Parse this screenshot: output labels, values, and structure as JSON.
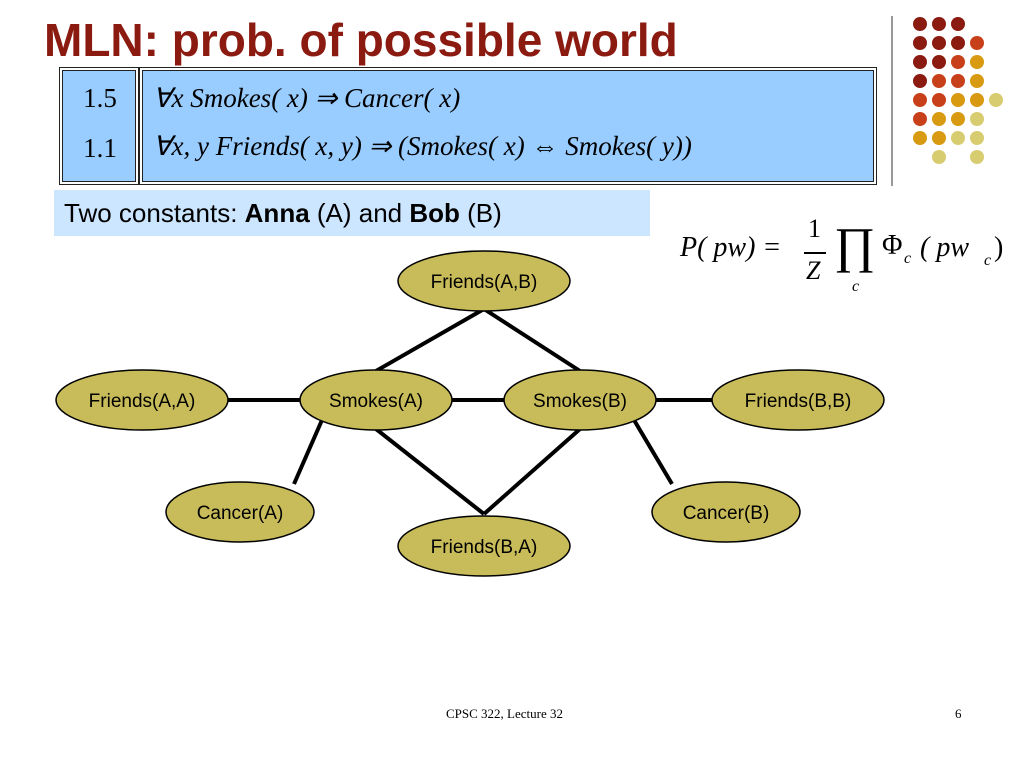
{
  "slide": {
    "title": "MLN: prob. of possible world",
    "footer": "CPSC 322, Lecture 32",
    "page_number": "6"
  },
  "rules": [
    {
      "weight": "1.5",
      "quantifier": "∀x",
      "formula": "Smokes( x) ⇒ Cancer( x)"
    },
    {
      "weight": "1.1",
      "quantifier": "∀x, y",
      "formula": "Friends( x, y) ⇒ (Smokes( x) ⇔ Smokes( y))"
    }
  ],
  "constants": {
    "prefix": "Two constants: ",
    "name1": "Anna",
    "abbr1": " (A) and ",
    "name2": "Bob",
    "abbr2": " (B)"
  },
  "equation": {
    "lhs": "P( pw) =",
    "numerator": "1",
    "denominator": "Z",
    "product": "∏",
    "product_index": "c",
    "phi": "Φ",
    "phi_sub": "c",
    "arg": "( pw",
    "arg_sub": "c",
    "close": ")"
  },
  "graph": {
    "node_fill": "#c8bb59",
    "nodes": [
      {
        "id": "friends-ab",
        "label": "Friends(A,B)"
      },
      {
        "id": "friends-aa",
        "label": "Friends(A,A)"
      },
      {
        "id": "smokes-a",
        "label": "Smokes(A)"
      },
      {
        "id": "smokes-b",
        "label": "Smokes(B)"
      },
      {
        "id": "friends-bb",
        "label": "Friends(B,B)"
      },
      {
        "id": "cancer-a",
        "label": "Cancer(A)"
      },
      {
        "id": "cancer-b",
        "label": "Cancer(B)"
      },
      {
        "id": "friends-ba",
        "label": "Friends(B,A)"
      }
    ],
    "edges": [
      [
        "friends-ab",
        "smokes-a"
      ],
      [
        "friends-ab",
        "smokes-b"
      ],
      [
        "friends-aa",
        "smokes-a"
      ],
      [
        "smokes-a",
        "smokes-b"
      ],
      [
        "smokes-b",
        "friends-bb"
      ],
      [
        "smokes-a",
        "cancer-a"
      ],
      [
        "smokes-b",
        "cancer-b"
      ],
      [
        "smokes-a",
        "friends-ba"
      ],
      [
        "smokes-b",
        "friends-ba"
      ]
    ]
  },
  "decor_colors": [
    "#8b1a10",
    "#c8401a",
    "#d89a10",
    "#d8cc70"
  ]
}
